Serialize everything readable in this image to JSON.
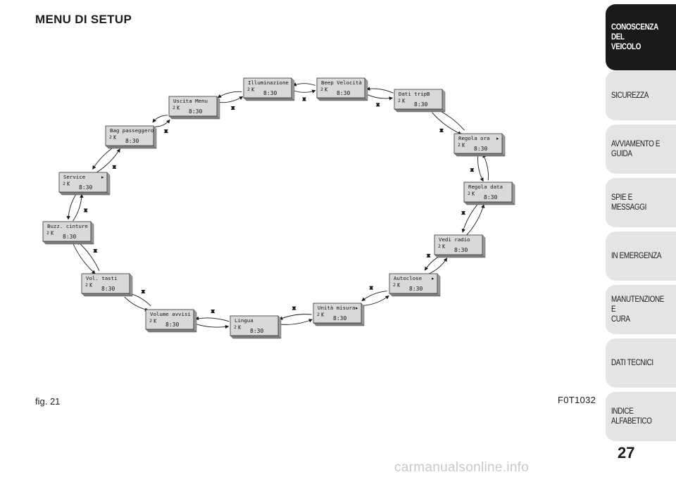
{
  "page": {
    "title": "MENU DI SETUP",
    "figure_label": "fig. 21",
    "figure_code": "F0T1032",
    "page_number": "27",
    "watermark": "carmanualsonline.info"
  },
  "tabs": [
    {
      "label": "CONOSCENZA DEL\nVEICOLO",
      "active": true
    },
    {
      "label": "SICUREZZA",
      "active": false
    },
    {
      "label": "AVVIAMENTO E\nGUIDA",
      "active": false
    },
    {
      "label": "SPIE E MESSAGGI",
      "active": false
    },
    {
      "label": "IN EMERGENZA",
      "active": false
    },
    {
      "label": "MANUTENZIONE E\nCURA",
      "active": false
    },
    {
      "label": "DATI TECNICI",
      "active": false
    },
    {
      "label": "INDICE ALFABETICO",
      "active": false
    }
  ],
  "display": {
    "time": "8:30",
    "gear": "2",
    "gear_icon": "shift-indicator-icon"
  },
  "menu_items": [
    {
      "label": "Illuminazione",
      "arrow": false
    },
    {
      "label": "Beep Velocità",
      "arrow": false
    },
    {
      "label": "Dati tripB",
      "arrow": false
    },
    {
      "label": "Regola ora",
      "arrow": true
    },
    {
      "label": "Regola data",
      "arrow": false
    },
    {
      "label": "Vedi radio",
      "arrow": false
    },
    {
      "label": "Autoclose",
      "arrow": true
    },
    {
      "label": "Unità misura",
      "arrow": true
    },
    {
      "label": "Lingua",
      "arrow": false
    },
    {
      "label": "Volume avvisi",
      "arrow": false
    },
    {
      "label": "Vol. tasti",
      "arrow": false
    },
    {
      "label": "Buzz. cinture",
      "arrow": false
    },
    {
      "label": "Service",
      "arrow": true
    },
    {
      "label": "Bag passeggero",
      "arrow": false
    },
    {
      "label": "Uscita Menu",
      "arrow": false
    }
  ]
}
